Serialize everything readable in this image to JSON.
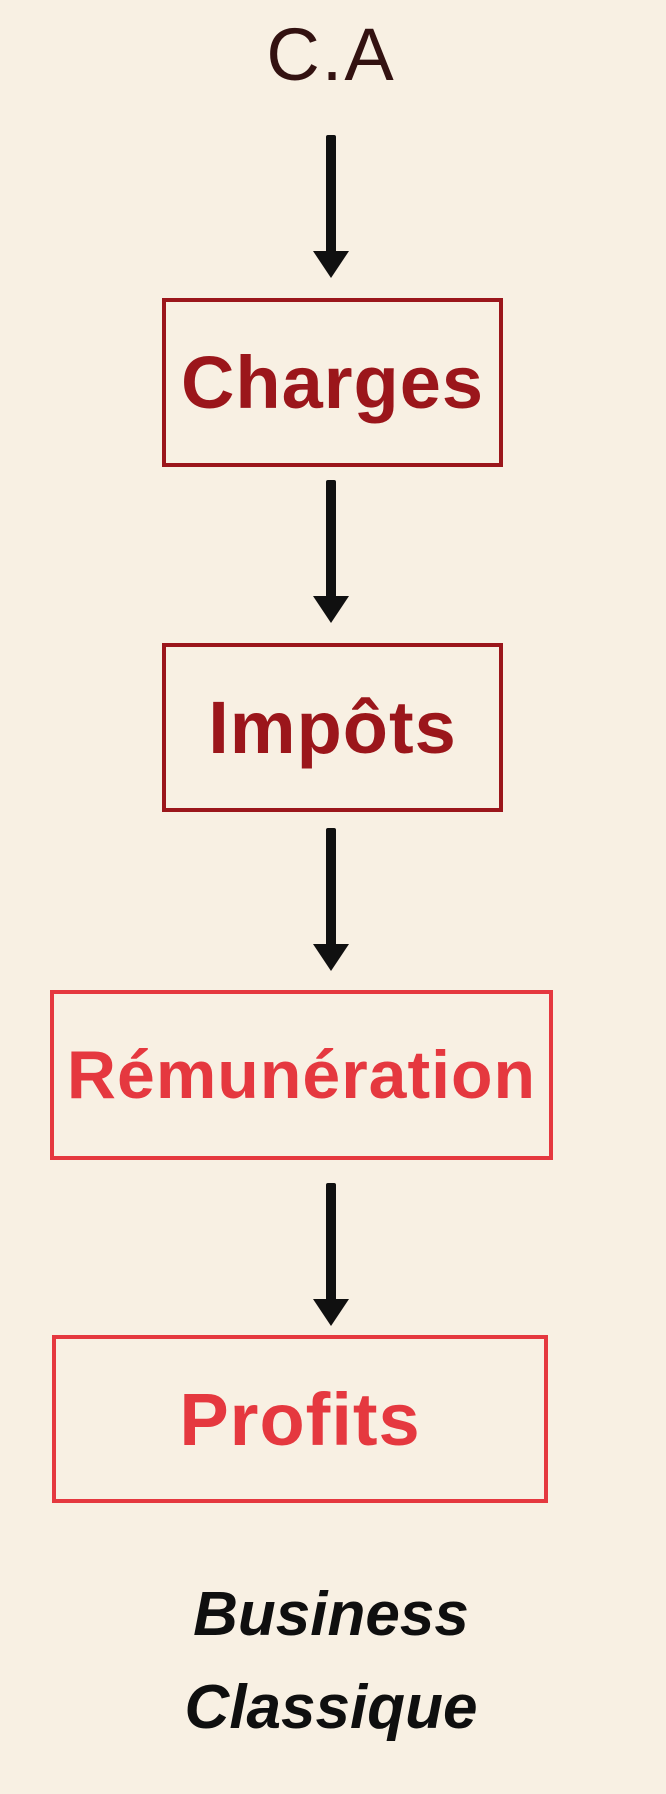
{
  "diagram": {
    "title": "C.A",
    "nodes": [
      {
        "label": "Charges"
      },
      {
        "label": "Impôts"
      },
      {
        "label": "Rémunération"
      },
      {
        "label": "Profits"
      }
    ],
    "caption": {
      "line1": "Business",
      "line2": "Classique"
    }
  },
  "colors": {
    "background": "#f8f0e3",
    "dark-red": "#9b161b",
    "bright-red": "#e5383f",
    "title-ink": "#331211",
    "arrow-black": "#101010",
    "caption-ink": "#0f0f0f"
  }
}
